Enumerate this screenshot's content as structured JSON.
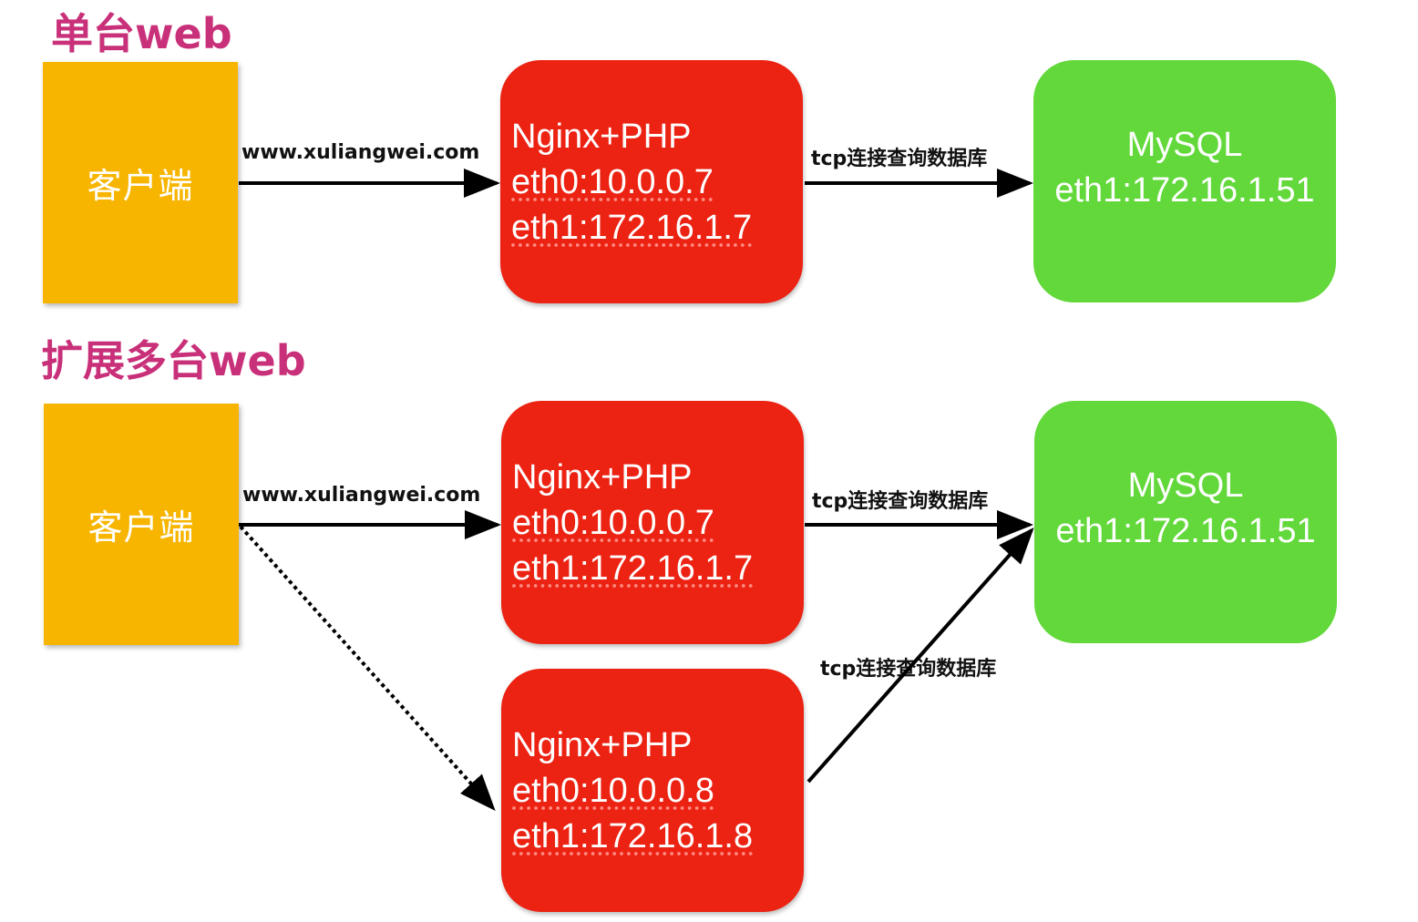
{
  "sections": {
    "single": {
      "title": "单台web",
      "client_label": "客户端",
      "web": {
        "name": "Nginx+PHP",
        "eth0": "eth0:10.0.0.7",
        "eth1": "eth1:172.16.1.7"
      },
      "db": {
        "name": "MySQL",
        "eth1": "eth1:172.16.1.51"
      },
      "edge_client_web": "www.xuliangwei.com",
      "edge_web_db": "tcp连接查询数据库"
    },
    "multi": {
      "title": "扩展多台web",
      "client_label": "客户端",
      "web1": {
        "name": "Nginx+PHP",
        "eth0": "eth0:10.0.0.7",
        "eth1": "eth1:172.16.1.7"
      },
      "web2": {
        "name": "Nginx+PHP",
        "eth0": "eth0:10.0.0.8",
        "eth1": "eth1:172.16.1.8"
      },
      "db": {
        "name": "MySQL",
        "eth1": "eth1:172.16.1.51"
      },
      "edge_client_web1": "www.xuliangwei.com",
      "edge_web1_db": "tcp连接查询数据库",
      "edge_web2_db": "tcp连接查询数据库"
    }
  },
  "colors": {
    "title": "#c9307a",
    "client": "#f7b500",
    "web": "#ec2213",
    "db": "#62d83a",
    "arrow": "#000000"
  }
}
